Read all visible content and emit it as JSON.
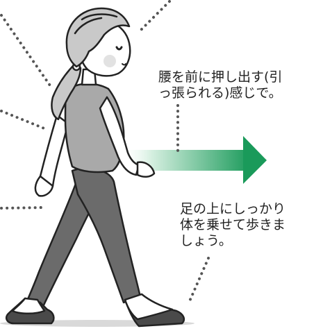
{
  "captions": {
    "waist": [
      "腰を前に押し出す(引",
      "っ張られる)感じで。"
    ],
    "feet": [
      "足の上にしっかり",
      "体を乗せて歩きま",
      "しょう。"
    ]
  },
  "colors": {
    "arrow_start": "#ffffff",
    "arrow_end": "#1a9a5a",
    "skin": "#ffffff",
    "hair": "#c9c9c9",
    "top": "#a9a9a9",
    "leggings": "#6b6b6b",
    "shoe": "#4a4a4a",
    "cheek": "#e2e2e2",
    "dots": "#555555"
  },
  "icons": {
    "arrow": "forward-arrow-icon",
    "figure": "walking-woman-illustration"
  }
}
